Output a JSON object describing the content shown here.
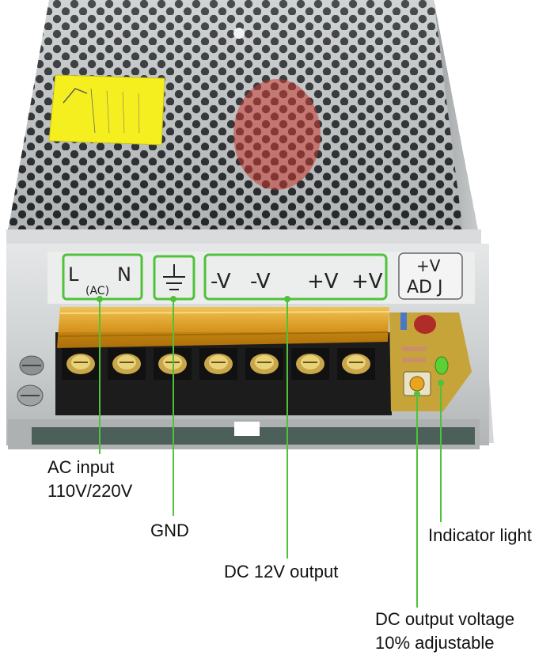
{
  "colors": {
    "highlight": "#4fc23a",
    "metal": "#b9bcbd",
    "cover_tab": "#e3a21a",
    "terminal_block": "#1c1c1c"
  },
  "panel": {
    "ac_l": "L",
    "ac_n": "N",
    "ac_sub": "(AC)",
    "gnd_symbol": "ground-symbol-icon",
    "dc_terms": [
      "-V",
      "-V",
      "+V",
      "+V"
    ],
    "adj_top": "+V",
    "adj_bottom": "AD J"
  },
  "sticker": {
    "text": "",
    "icon": "warning-label-icon"
  },
  "callouts": {
    "ac_input_line1": "AC input",
    "ac_input_line2": "110V/220V",
    "gnd": "GND",
    "dc_output": "DC 12V output",
    "indicator": "Indicator light",
    "adjust_line1": "DC output voltage",
    "adjust_line2": "10% adjustable"
  }
}
